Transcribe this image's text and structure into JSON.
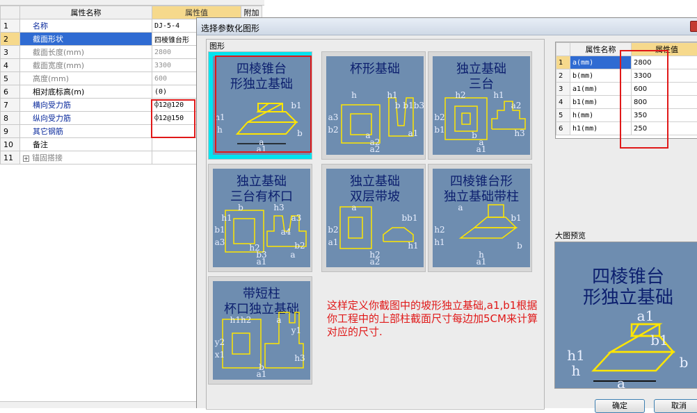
{
  "grid": {
    "headers": [
      "属性名称",
      "属性值",
      "附加"
    ],
    "rows": [
      {
        "num": "1",
        "name": "名称",
        "value": "DJ-5-4",
        "style": "blue"
      },
      {
        "num": "2",
        "name": "截面形状",
        "value": "四棱锥台形",
        "style": "selected"
      },
      {
        "num": "3",
        "name": "截面长度(mm)",
        "value": "2800",
        "style": "grey"
      },
      {
        "num": "4",
        "name": "截面宽度(mm)",
        "value": "3300",
        "style": "grey"
      },
      {
        "num": "5",
        "name": "高度(mm)",
        "value": "600",
        "style": "grey"
      },
      {
        "num": "6",
        "name": "相对底标高(m)",
        "value": "(0)",
        "style": "normal"
      },
      {
        "num": "7",
        "name": "横向受力筋",
        "value": "⌽12@120",
        "style": "blue"
      },
      {
        "num": "8",
        "name": "纵向受力筋",
        "value": "⌽12@150",
        "style": "blue"
      },
      {
        "num": "9",
        "name": "其它钢筋",
        "value": "",
        "style": "blue"
      },
      {
        "num": "10",
        "name": "备注",
        "value": "",
        "style": "normal"
      },
      {
        "num": "11",
        "name": "锚固搭接",
        "value": "",
        "style": "grey",
        "expander": "+"
      }
    ]
  },
  "dialog": {
    "title": "选择参数化图形",
    "shapes_label": "图形",
    "thumbnails": [
      {
        "title_lines": [
          "四棱锥台",
          "形独立基础"
        ],
        "labels": [
          "a1",
          "b1",
          "h1",
          "h",
          "a",
          "b"
        ],
        "selected": true
      },
      {
        "title_lines": [
          "杯形基础"
        ],
        "labels": [
          "a2",
          "b b1b3",
          "a3",
          "b2",
          "a2",
          "a1",
          "h",
          "h1",
          "a"
        ]
      },
      {
        "title_lines": [
          "独立基础",
          "三台"
        ],
        "labels": [
          "a1",
          "a2",
          "b2",
          "b1",
          "a",
          "h3",
          "h2",
          "h1",
          "b"
        ]
      },
      {
        "title_lines": [
          "独立基础",
          "三台有杯口"
        ],
        "labels": [
          "a1",
          "a3",
          "b1",
          "a3",
          "b3",
          "b2",
          "b",
          "h3",
          "h2",
          "h1",
          "a4",
          "a"
        ]
      },
      {
        "title_lines": [
          "独立基础",
          "双层带坡"
        ],
        "labels": [
          "a2",
          "bb1",
          "b2",
          "a1",
          "h2",
          "h1",
          "a"
        ]
      },
      {
        "title_lines": [
          "四棱锥台形",
          "独立基础带柱"
        ],
        "labels": [
          "a1",
          "b1",
          "h2",
          "h1",
          "h",
          "b",
          "a"
        ]
      },
      {
        "title_lines": [
          "带短柱",
          "杯口独立基础"
        ],
        "labels": [
          "a1",
          "y1",
          "y2",
          "x1",
          "b",
          "h3",
          "h1h2",
          "a"
        ]
      }
    ],
    "params": {
      "headers": [
        "属性名称",
        "属性值"
      ],
      "rows": [
        {
          "num": "1",
          "name": "a(mm)",
          "value": "2800",
          "selected": true
        },
        {
          "num": "2",
          "name": "b(mm)",
          "value": "3300"
        },
        {
          "num": "3",
          "name": "a1(mm)",
          "value": "600"
        },
        {
          "num": "4",
          "name": "b1(mm)",
          "value": "800"
        },
        {
          "num": "5",
          "name": "h(mm)",
          "value": "350"
        },
        {
          "num": "6",
          "name": "h1(mm)",
          "value": "250"
        }
      ]
    },
    "preview_label": "大图预览",
    "preview": {
      "title_lines": [
        "四棱锥台",
        "形独立基础"
      ],
      "labels": [
        "a1",
        "b1",
        "h1",
        "h",
        "a",
        "b"
      ]
    },
    "note_lines": [
      "这样定义你截图中的坡形独立基础,a1,b1根据",
      "你工程中的上部柱截面尺寸每边加5CM来计算",
      "对应的尺寸."
    ],
    "ok_label": "确定",
    "cancel_label": "取消"
  }
}
